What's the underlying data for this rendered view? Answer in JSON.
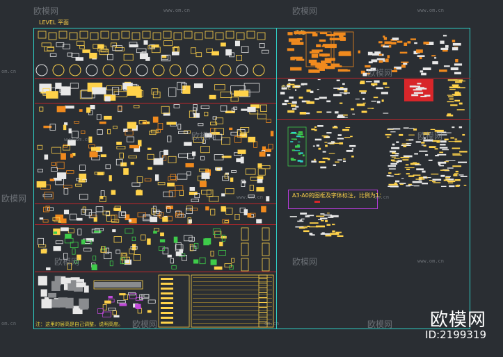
{
  "drawing": {
    "level_label": "LEVEL 平面",
    "section_tl_label": "天花",
    "section_mid_label": "卷柜",
    "purple_note": "A3-A0的图框及字体标注，比例为1：",
    "footnote": "注：这里的层高是自己调整，说明高度。",
    "colors": {
      "background": "#2a2e33",
      "frame": "#2fd3c9",
      "divider": "#c0262b",
      "block_yellow": "#ffd24a",
      "block_orange": "#f08a1e",
      "block_white": "#e8e8e8",
      "block_green": "#3ecb4a",
      "block_red": "#d8262a"
    }
  },
  "watermark": {
    "text": "欧模网",
    "url": "www.om.cn",
    "url_short": "om.cn"
  },
  "brand": {
    "logo_text": "欧模网",
    "id_text": "ID:2199319"
  }
}
